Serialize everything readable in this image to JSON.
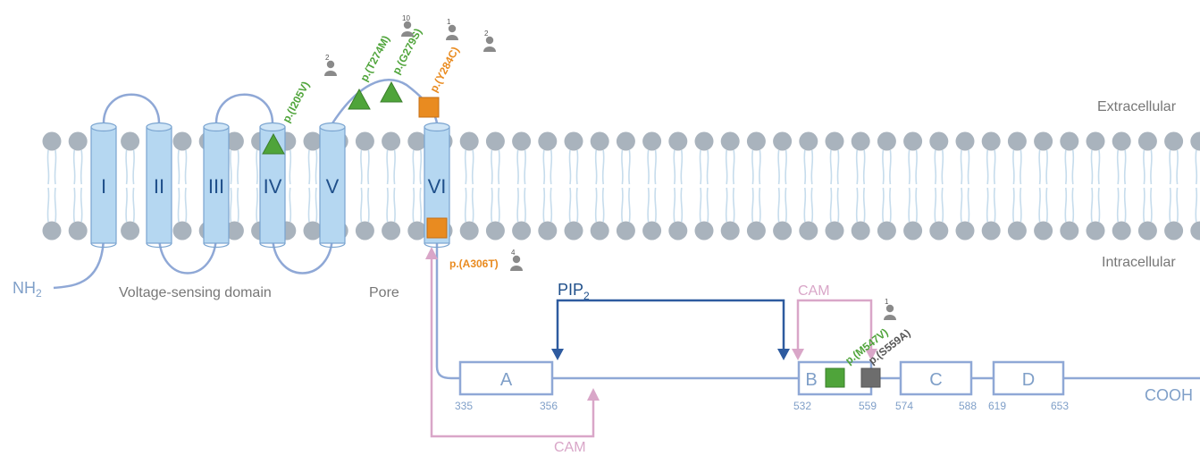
{
  "colors": {
    "lipid_head": "#a9b3bd",
    "tail": "#c6dcec",
    "helix_fill": "#b5d7f1",
    "helix_stroke": "#7aa4d0",
    "loop": "#8fa8d6",
    "pip2": "#2e5b9f",
    "cam": "#d9a6c8",
    "green_variant": "#4fa43a",
    "orange_variant": "#e98b20",
    "gray_variant": "#6d6d6d",
    "text_blue": "#7f9fc8"
  },
  "labels": {
    "extracellular": "Extracellular",
    "intracellular": "Intracellular",
    "nh2": "NH",
    "nh2_sub": "2",
    "cooh": "COOH",
    "voltage_sensing": "Voltage-sensing domain",
    "pore": "Pore",
    "pip2_main": "PIP",
    "pip2_sub": "2",
    "cam_top": "CAM",
    "cam_bottom": "CAM"
  },
  "segments": [
    "I",
    "II",
    "III",
    "IV",
    "V",
    "VI"
  ],
  "domains": [
    {
      "label": "A",
      "start": "335",
      "end": "356"
    },
    {
      "label": "B",
      "start": "532",
      "end": "559"
    },
    {
      "label": "C",
      "start": "574",
      "end": "588"
    },
    {
      "label": "D",
      "start": "619",
      "end": "653"
    }
  ],
  "variants": [
    {
      "label": "p.(I205V)",
      "count": "2",
      "class": "missense"
    },
    {
      "label": "p.(T274M)",
      "count": "10",
      "class": "missense"
    },
    {
      "label": "p.(G279S)",
      "count": "1",
      "class": "missense"
    },
    {
      "label": "p.(Y284C)",
      "count": "2",
      "class": "other"
    },
    {
      "label": "p.(A306T)",
      "count": "4",
      "class": "other"
    },
    {
      "label": "p.(M547V)",
      "count": "1",
      "class": "missense"
    },
    {
      "label": "p.(S559A)",
      "count": "",
      "class": "neutral"
    }
  ]
}
